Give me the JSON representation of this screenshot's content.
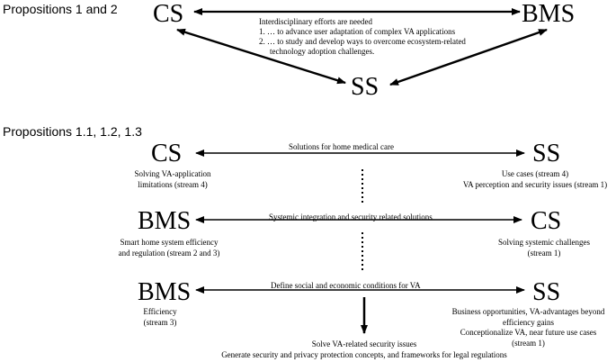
{
  "top_section": {
    "title": "Propositions 1 and 2",
    "nodes": {
      "cs": "CS",
      "bms": "BMS",
      "ss": "SS"
    },
    "text_heading": "Interdisciplinary efforts are needed",
    "items": [
      "1. … to advance user adaptation of complex VA applications",
      "2. … to study and develop ways to overcome ecosystem-related",
      "technology adoption challenges."
    ]
  },
  "bottom_section": {
    "title": "Propositions 1.1, 1.2, 1.3",
    "row1": {
      "left_node": "CS",
      "right_node": "SS",
      "label": "Solutions for home medical care",
      "left_desc": [
        "Solving VA-application",
        "limitations (stream 4)"
      ],
      "right_desc": [
        "Use cases (stream 4)",
        "VA perception and security issues (stream 1)"
      ]
    },
    "row2": {
      "left_node": "BMS",
      "right_node": "CS",
      "label": "Systemic integration and security related solutions",
      "left_desc": [
        "Smart home system efficiency",
        "and regulation (stream 2 and 3)"
      ],
      "right_desc": [
        "Solving systemic challenges",
        "(stream 1)"
      ]
    },
    "row3": {
      "left_node": "BMS",
      "right_node": "SS",
      "label": "Define social and economic conditions for VA",
      "left_desc": [
        "Efficiency",
        "(stream 3)"
      ],
      "right_desc": [
        "Business opportunities, VA-advantages beyond",
        "efficiency gains",
        "Conceptionalize VA, near future use cases",
        "(stream 1)"
      ]
    },
    "conclusion": [
      "Solve VA-related security issues",
      "Generate security and privacy protection concepts, and frameworks for legal regulations"
    ]
  },
  "colors": {
    "background": "#ffffff",
    "text": "#000000",
    "arrow": "#000000"
  }
}
